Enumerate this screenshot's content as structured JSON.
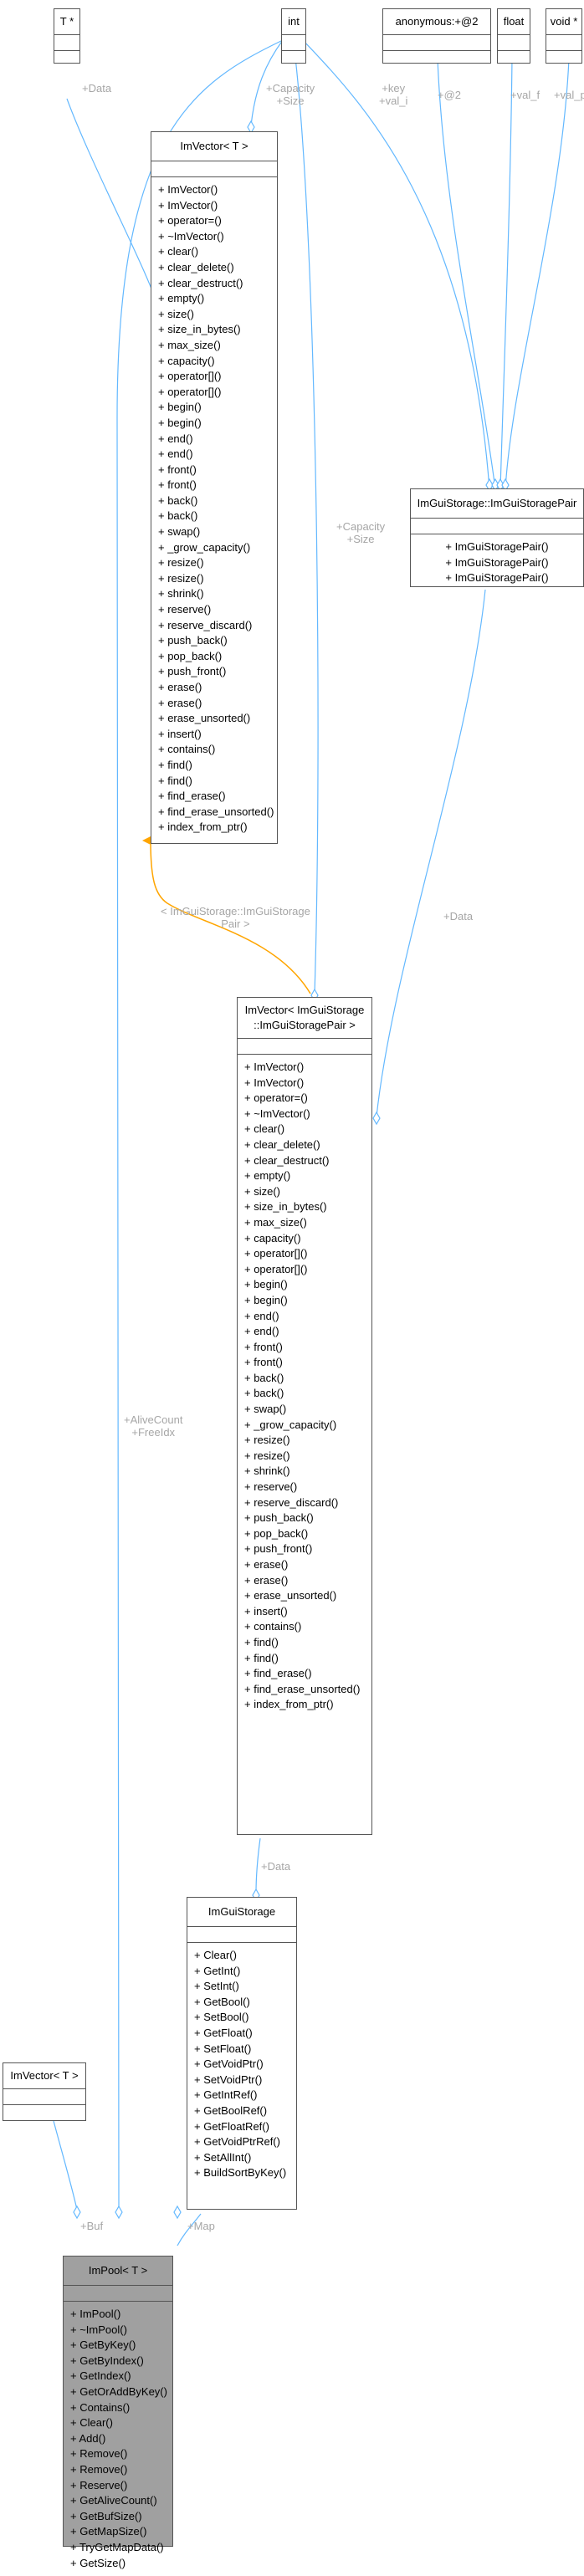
{
  "colors": {
    "edge": "#63b8ff",
    "inherit": "#ffa500",
    "label": "#a6a6a6",
    "focus_bg": "#a0a0a0"
  },
  "nodes": {
    "tptr": {
      "title": "T *"
    },
    "int": {
      "title": "int"
    },
    "anon": {
      "title": "anonymous:+@2"
    },
    "float": {
      "title": "float"
    },
    "voidptr": {
      "title": "void *"
    },
    "imvector_t": {
      "title": "ImVector< T >",
      "methods": [
        "+ ImVector()",
        "+ ImVector()",
        "+ operator=()",
        "+ ~ImVector()",
        "+ clear()",
        "+ clear_delete()",
        "+ clear_destruct()",
        "+ empty()",
        "+ size()",
        "+ size_in_bytes()",
        "+ max_size()",
        "+ capacity()",
        "+ operator[]()",
        "+ operator[]()",
        "+ begin()",
        "+ begin()",
        "+ end()",
        "+ end()",
        "+ front()",
        "+ front()",
        "+ back()",
        "+ back()",
        "+ swap()",
        "+ _grow_capacity()",
        "+ resize()",
        "+ resize()",
        "+ shrink()",
        "+ reserve()",
        "+ reserve_discard()",
        "+ push_back()",
        "+ pop_back()",
        "+ push_front()",
        "+ erase()",
        "+ erase()",
        "+ erase_unsorted()",
        "+ insert()",
        "+ contains()",
        "+ find()",
        "+ find()",
        "+ find_erase()",
        "+ find_erase_unsorted()",
        "+ index_from_ptr()"
      ]
    },
    "storagepair": {
      "title": "ImGuiStorage::ImGuiStoragePair",
      "methods": [
        "+ ImGuiStoragePair()",
        "+ ImGuiStoragePair()",
        "+ ImGuiStoragePair()"
      ]
    },
    "imvector_pair": {
      "title_lines": [
        "ImVector< ImGuiStorage",
        "::ImGuiStoragePair >"
      ],
      "methods": [
        "+ ImVector()",
        "+ ImVector()",
        "+ operator=()",
        "+ ~ImVector()",
        "+ clear()",
        "+ clear_delete()",
        "+ clear_destruct()",
        "+ empty()",
        "+ size()",
        "+ size_in_bytes()",
        "+ max_size()",
        "+ capacity()",
        "+ operator[]()",
        "+ operator[]()",
        "+ begin()",
        "+ begin()",
        "+ end()",
        "+ end()",
        "+ front()",
        "+ front()",
        "+ back()",
        "+ back()",
        "+ swap()",
        "+ _grow_capacity()",
        "+ resize()",
        "+ resize()",
        "+ shrink()",
        "+ reserve()",
        "+ reserve_discard()",
        "+ push_back()",
        "+ pop_back()",
        "+ push_front()",
        "+ erase()",
        "+ erase()",
        "+ erase_unsorted()",
        "+ insert()",
        "+ contains()",
        "+ find()",
        "+ find()",
        "+ find_erase()",
        "+ find_erase_unsorted()",
        "+ index_from_ptr()"
      ]
    },
    "imguistorage": {
      "title": "ImGuiStorage",
      "methods": [
        "+ Clear()",
        "+ GetInt()",
        "+ SetInt()",
        "+ GetBool()",
        "+ SetBool()",
        "+ GetFloat()",
        "+ SetFloat()",
        "+ GetVoidPtr()",
        "+ SetVoidPtr()",
        "+ GetIntRef()",
        "+ GetBoolRef()",
        "+ GetFloatRef()",
        "+ GetVoidPtrRef()",
        "+ SetAllInt()",
        "+ BuildSortByKey()"
      ]
    },
    "imvector_t2": {
      "title": "ImVector< T >"
    },
    "impool": {
      "title": "ImPool< T >",
      "methods": [
        "+ ImPool()",
        "+ ~ImPool()",
        "+ GetByKey()",
        "+ GetByIndex()",
        "+ GetIndex()",
        "+ GetOrAddByKey()",
        "+ Contains()",
        "+ Clear()",
        "+ Add()",
        "+ Remove()",
        "+ Remove()",
        "+ Reserve()",
        "+ GetAliveCount()",
        "+ GetBufSize()",
        "+ GetMapSize()",
        "+ TryGetMapData()",
        "+ GetSize()"
      ]
    }
  },
  "edge_labels": {
    "data1": [
      "+Data"
    ],
    "capsize1": [
      "+Capacity",
      "+Size"
    ],
    "keyval": [
      "+key",
      "+val_i"
    ],
    "at2": [
      "+@2"
    ],
    "valf": [
      "+val_f"
    ],
    "valp": [
      "+val_p"
    ],
    "capsize2": [
      "+Capacity",
      "+Size"
    ],
    "data2": [
      "+Data"
    ],
    "template": [
      "< ImGuiStorage::ImGuiStorage",
      "Pair >"
    ],
    "alive": [
      "+AliveCount",
      "+FreeIdx"
    ],
    "data3": [
      "+Data"
    ],
    "buf": [
      "+Buf"
    ],
    "map": [
      "+Map"
    ]
  }
}
